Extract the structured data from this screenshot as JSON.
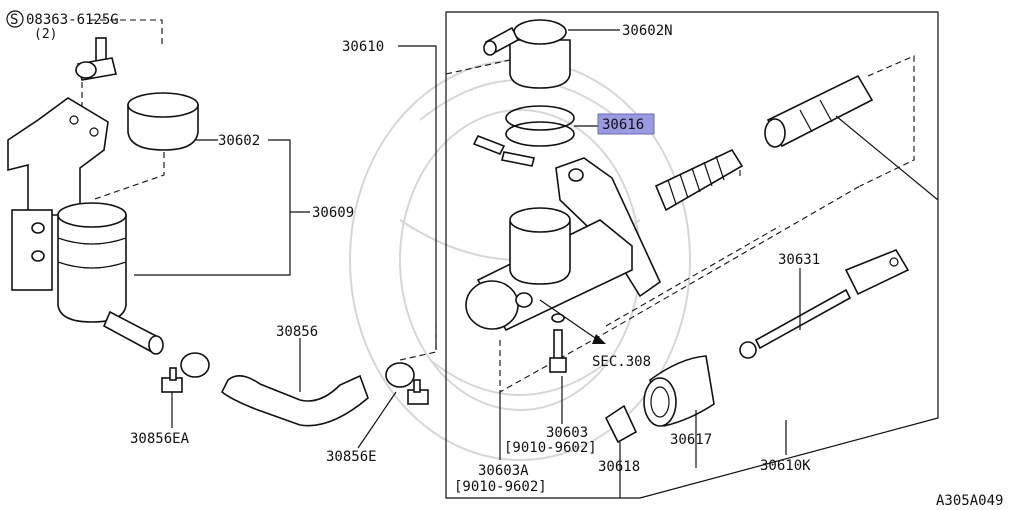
{
  "diagram": {
    "labels": {
      "bolt_code": "08363-6125G",
      "bolt_qty": "(2)",
      "cap": "30602",
      "reservoir": "30609",
      "assembly": "30610",
      "filler_cap": "30602N",
      "snap_ring": "30616",
      "pushrod": "30631",
      "hose": "30856",
      "clamp_ea": "30856EA",
      "clamp_e": "30856E",
      "bleeder": "30603",
      "bleeder_range": "[9010-9602]",
      "sec_ref": "SEC.308",
      "boot": "30617",
      "assembly_k": "30610K",
      "bracket_a": "30603A",
      "bracket_a_range": "[9010-9602]",
      "seal": "30618",
      "figure_code": "A305A049"
    },
    "highlight_color": "#9a9ae0",
    "icon": "s-circle-icon"
  }
}
